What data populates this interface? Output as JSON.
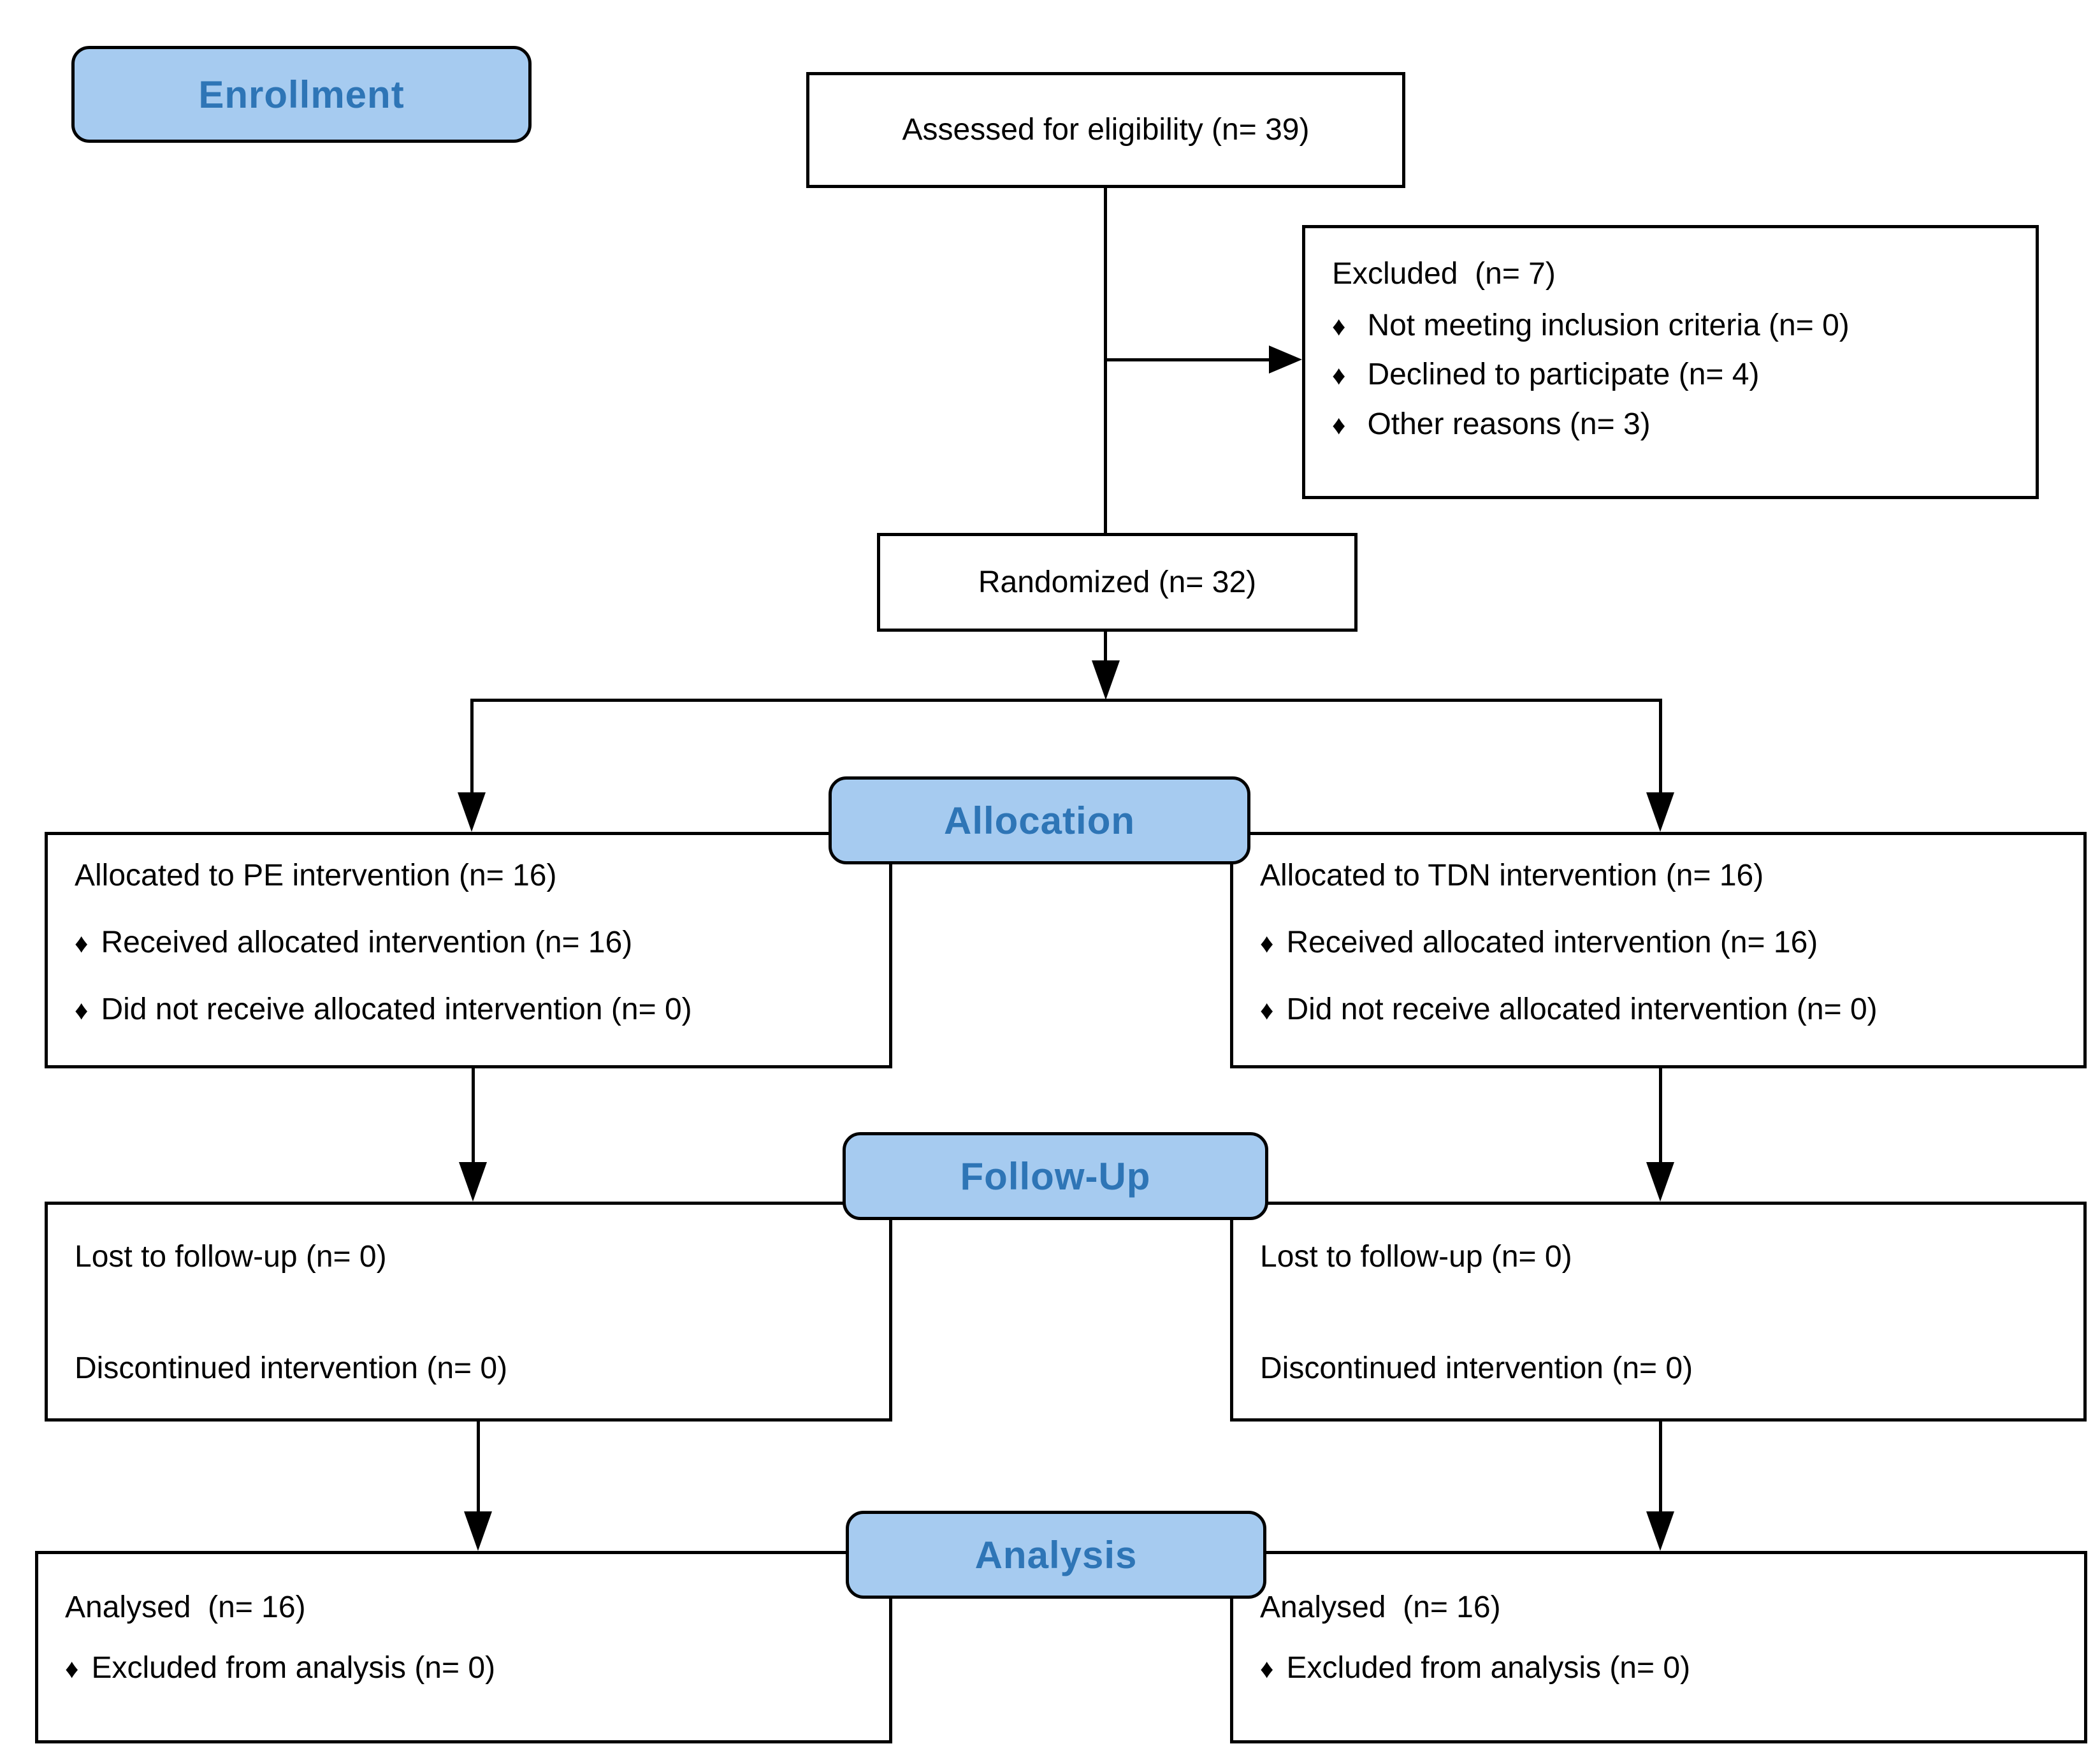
{
  "stages": {
    "enrollment_label": "Enrollment",
    "allocation_label": "Allocation",
    "followup_label": "Follow-Up",
    "analysis_label": "Analysis"
  },
  "boxes": {
    "assessed": "Assessed for eligibility (n= 39)",
    "excluded": {
      "title": "Excluded  (n= 7)",
      "items": [
        "Not meeting inclusion criteria (n= 0)",
        "Declined to participate (n= 4)",
        "Other reasons (n= 3)"
      ]
    },
    "randomized": "Randomized (n= 32)",
    "allocation_left": {
      "title": "Allocated to PE intervention (n= 16)",
      "items": [
        "Received allocated intervention (n= 16)",
        "Did not receive allocated intervention (n= 0)"
      ]
    },
    "allocation_right": {
      "title": "Allocated to TDN intervention (n= 16)",
      "items": [
        "Received allocated intervention (n= 16)",
        "Did not receive allocated intervention (n= 0)"
      ]
    },
    "followup_left": {
      "line1": "Lost to follow-up (n= 0)",
      "line2": "Discontinued intervention (n= 0)"
    },
    "followup_right": {
      "line1": "Lost to follow-up (n= 0)",
      "line2": "Discontinued intervention (n= 0)"
    },
    "analysis_left": {
      "title": "Analysed  (n= 16)",
      "items": [
        "Excluded from analysis (n= 0)"
      ]
    },
    "analysis_right": {
      "title": "Analysed  (n= 16)",
      "items": [
        "Excluded from analysis (n= 0)"
      ]
    }
  },
  "bullet": "♦",
  "colors": {
    "header_fill": "#A6CBF0",
    "header_text": "#2E75B6",
    "line": "#000000",
    "box_fill": "#FFFFFF",
    "box_border": "#000000"
  }
}
